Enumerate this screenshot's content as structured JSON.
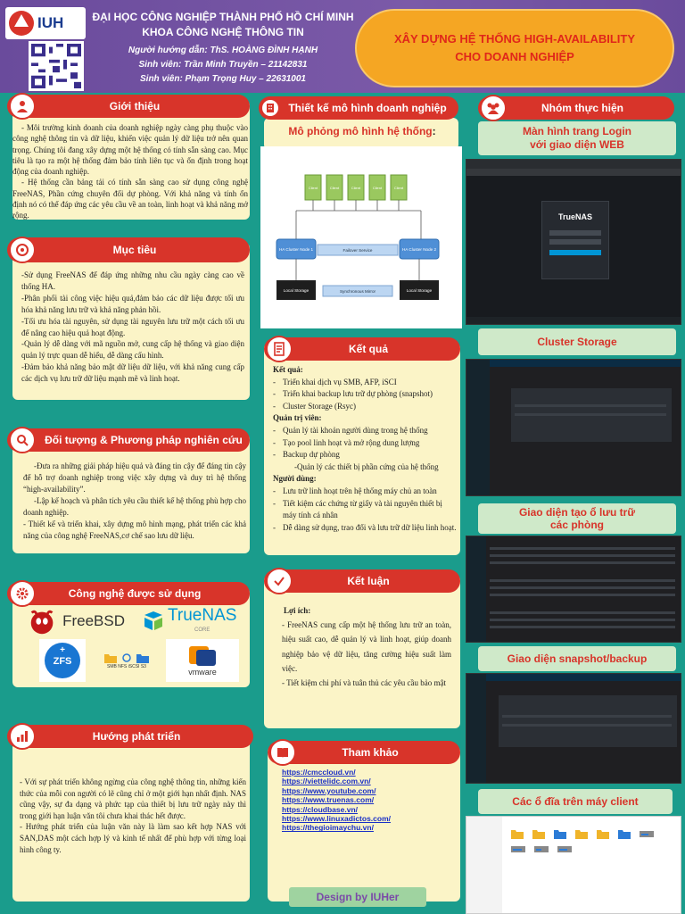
{
  "header": {
    "university": "ĐẠI HỌC CÔNG NGHIỆP THÀNH PHỐ HỒ CHÍ MINH",
    "faculty": "KHOA CÔNG NGHỆ THÔNG TIN",
    "advisor": "Người hướng dẫn: ThS. HOÀNG ĐÌNH HẠNH",
    "student1": "Sinh viên: Trần Minh Truyền – 21142831",
    "student2": "Sinh viên: Phạm Trọng Huy – 22631001",
    "logo_text": "IUH",
    "title_line1": "XÂY DỰNG HỆ THỐNG HIGH-AVAILABILITY",
    "title_line2": "CHO DOANH NGHIỆP"
  },
  "intro": {
    "heading": "Giới thiệu",
    "p1": "- Môi trường kinh doanh của doanh nghiệp ngày càng phụ thuộc vào công nghệ thông tin và dữ liệu, khiến việc quản lý dữ liệu trở nên quan trọng. Chúng tôi đang xây dựng một hệ thống có tính sẵn sàng cao. Mục tiêu là tạo ra một hệ thống đảm bảo tính liên tục và ổn định trong hoạt động của doanh nghiệp.",
    "p2": "- Hệ thống cần bảng tải có tính sẵn sàng cao sử dụng công nghệ FreeNAS, Phần cứng chuyên đối dự phòng. Với khả năng và tính ổn định nó có thể đáp ứng các yêu cầu về an toàn, linh hoạt và khả năng mở rộng."
  },
  "goals": {
    "heading": "Mục tiêu",
    "items": [
      "-Sử dụng FreeNAS để đáp ứng những nhu cầu ngày càng cao về thống HA.",
      "-Phân phối tài công việc hiệu quả,đảm bảo các dữ liệu được tối ưu hóa khả năng lưu trữ và khả năng phản hồi.",
      "-Tối ưu hóa tài nguyên, sử dụng tài nguyên lưu trữ một cách tối ưu để nâng cao hiệu quả hoạt động.",
      "-Quản lý dễ dàng với mã nguồn mở, cung cấp hệ thống và giao diện quản lý trực quan dễ hiểu, dễ dàng cấu hình.",
      "-Đảm bảo khả năng bảo mật dữ liệu dữ liệu, với khả năng cung cấp các dịch vụ lưu trữ dữ liệu mạnh mẽ và linh hoạt."
    ]
  },
  "methods": {
    "heading": "Đối tượng & Phương pháp nghiên cứu",
    "items": [
      "-Đưa ra những giải pháp hiệu quả và đáng tin cậy để đáng tin cậy để hỗ trợ doanh nghiệp trong việc xây dựng và duy trì hệ thống “high-availability”.",
      "-Lập kế hoạch và phân tích yêu cầu thiết kế hệ thống phù hợp cho doanh nghiệp.",
      "- Thiết kế và triển khai, xây dựng mô hình mạng, phát triển các khả năng của công nghệ FreeNAS,cơ chế sao lưu dữ liệu."
    ]
  },
  "tech": {
    "heading": "Công nghệ được sử dụng",
    "freebsd": "FreeBSD",
    "truenas": "TrueNAS",
    "truenas_sub": "CORE",
    "zfs": "ZFS",
    "smb": "SMB",
    "nfs": "NFS",
    "iscsi": "iSCSI",
    "s3": "S3",
    "vmware": "vmware"
  },
  "future": {
    "heading": "Hướng phát triển",
    "p1": "- Với sự phát triển không ngừng của công nghệ thông tin, những kiến thức của mỗi con người có lẽ cũng chỉ ở một giới hạn nhất định. NAS cũng vậy, sự đa dạng và phức tạp của thiết bị lưu trữ ngày này thì trong giới hạn luận văn tôi chưa khai thác hết được.",
    "p2": "- Hướng phát triển của luận văn này là làm sao kết hợp NAS với SAN,DAS một cách hợp lý và kinh tế nhất để phù hợp với từng loại hình công ty."
  },
  "design": {
    "heading": "Thiết kế mô hình doanh nghiệp",
    "subtitle": "Mô phỏng mô hình hệ thống",
    "suffix": ":",
    "client": "Client",
    "node1": "HA Cluster Node 1",
    "node2": "HA Cluster Node 2",
    "failover": "Failover Service",
    "mirror": "Synchronous Mirror",
    "local": "Local Storage"
  },
  "results": {
    "heading": "Kết quả",
    "g1_title": "Kết quả:",
    "g1": [
      "Triển khai dịch vụ SMB, AFP, iSCI",
      "Triển khai backup lưu trữ dự phòng (snapshot)",
      "Cluster Storage (Rsyc)"
    ],
    "g2_title": "Quản trị viên:",
    "g2": [
      "Quản lý tài khoản người dùng trong hệ thống",
      "Tạo pool linh hoạt và mở rộng dung lượng",
      "Backup dự phòng"
    ],
    "g2_extra": "-Quản lý các thiết bị phần cứng của hệ thống",
    "g3_title": "Người dùng:",
    "g3": [
      "Lưu trữ linh hoạt trên hệ thống máy chủ an toàn",
      "Tiết kiệm các chứng từ giấy và tài nguyên thiết bị máy tính cá nhân",
      "Dễ dàng sử dụng, trao đổi và lưu trữ dữ liệu linh hoạt."
    ]
  },
  "conclusion": {
    "heading": "Kết luận",
    "label": "Lợi ích:",
    "p1": "- FreeNAS cung cấp một hệ thống lưu trữ an toàn, hiệu suất cao, dễ quản lý và linh hoạt, giúp doanh nghiệp bảo vệ dữ liệu, tăng cường hiệu suất làm việc.",
    "p2": "- Tiết kiệm chi phí và tuân thủ các yêu cầu bảo mật"
  },
  "refs": {
    "heading": "Tham khảo",
    "links": [
      "https://cmccloud.vn/",
      "https://viettelidc.com.vn/",
      "https://www.youtube.com/",
      "https://www.truenas.com/",
      "https://cloudbase.vn/",
      "https://www.linuxadictos.com/",
      "https://thegioimaychu.vn/"
    ]
  },
  "team": {
    "heading": "Nhóm thực hiện",
    "login_caption_l1": "Màn hình trang Login",
    "login_caption_l2": "với giao diện WEB",
    "login_brand": "TrueNAS",
    "cluster": "Cluster Storage",
    "rooms_l1": "Giao diện tạo ổ lưu trữ",
    "rooms_l2": "các phòng",
    "snapshot": "Giao diện snapshot/backup",
    "client_disks": "Các ổ đĩa trên máy client"
  },
  "footer": "Design by IUHer",
  "colors": {
    "accent": "#d8342a",
    "background": "#1a9c8c",
    "panel": "#fbf4c7",
    "header": "#7b5aa8",
    "title": "#f5a623"
  }
}
